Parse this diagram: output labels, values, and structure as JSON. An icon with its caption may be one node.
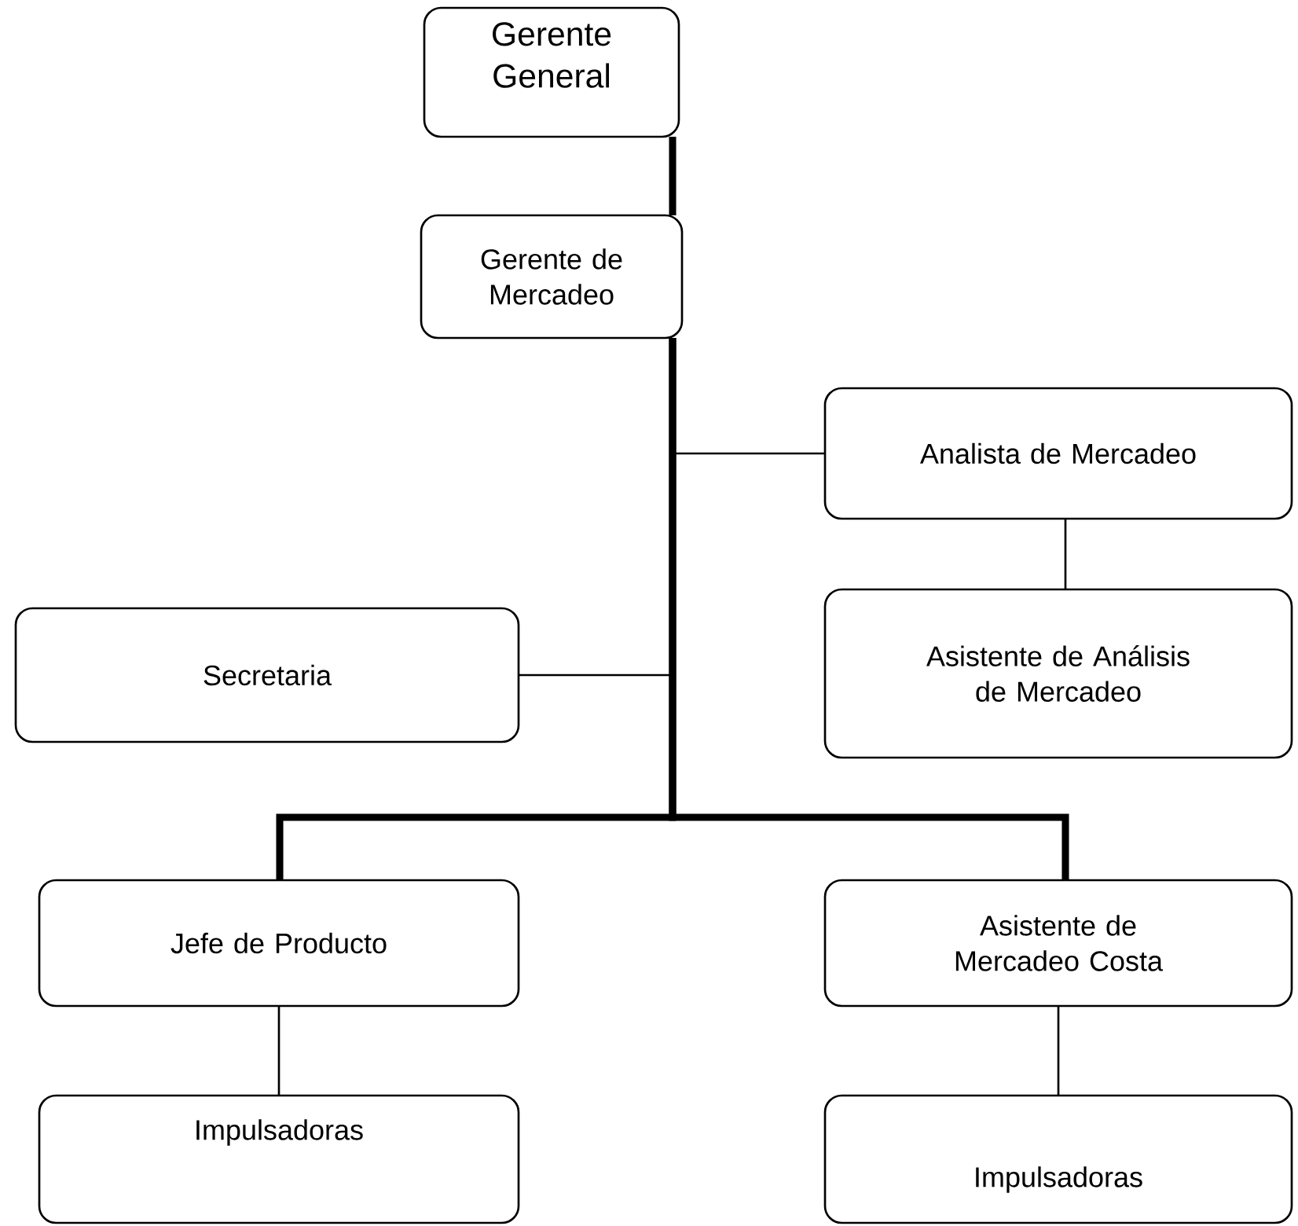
{
  "diagram": {
    "nodes": [
      {
        "text": [
          "Gerente General"
        ]
      },
      {
        "text": [
          "Gerente de Mercadeo"
        ]
      },
      {
        "text": [
          "Analista de Mercadeo"
        ]
      },
      {
        "text": [
          "Asistente de Análisis de Mercadeo"
        ]
      },
      {
        "text": [
          "Secretaria"
        ]
      },
      {
        "text": [
          "Jefe de Producto"
        ]
      },
      {
        "text": [
          "Asistente de Mercadeo Costa"
        ]
      },
      {
        "text": [
          "Impulsadoras"
        ]
      },
      {
        "text": [
          "Impulsadoras"
        ]
      }
    ],
    "edges": [
      {
        "from": 0,
        "to": 1,
        "arrow": "none",
        "style": "thick"
      },
      {
        "from": 1,
        "to": 2,
        "arrow": "none"
      },
      {
        "from": 1,
        "to": 4,
        "arrow": "none"
      },
      {
        "from": 1,
        "to": 5,
        "arrow": "none",
        "style": "thick"
      },
      {
        "from": 1,
        "to": 6,
        "arrow": "none",
        "style": "thick"
      },
      {
        "from": 2,
        "to": 3,
        "arrow": "none"
      },
      {
        "from": 5,
        "to": 7,
        "arrow": "none"
      },
      {
        "from": 6,
        "to": 8,
        "arrow": "none"
      }
    ]
  }
}
